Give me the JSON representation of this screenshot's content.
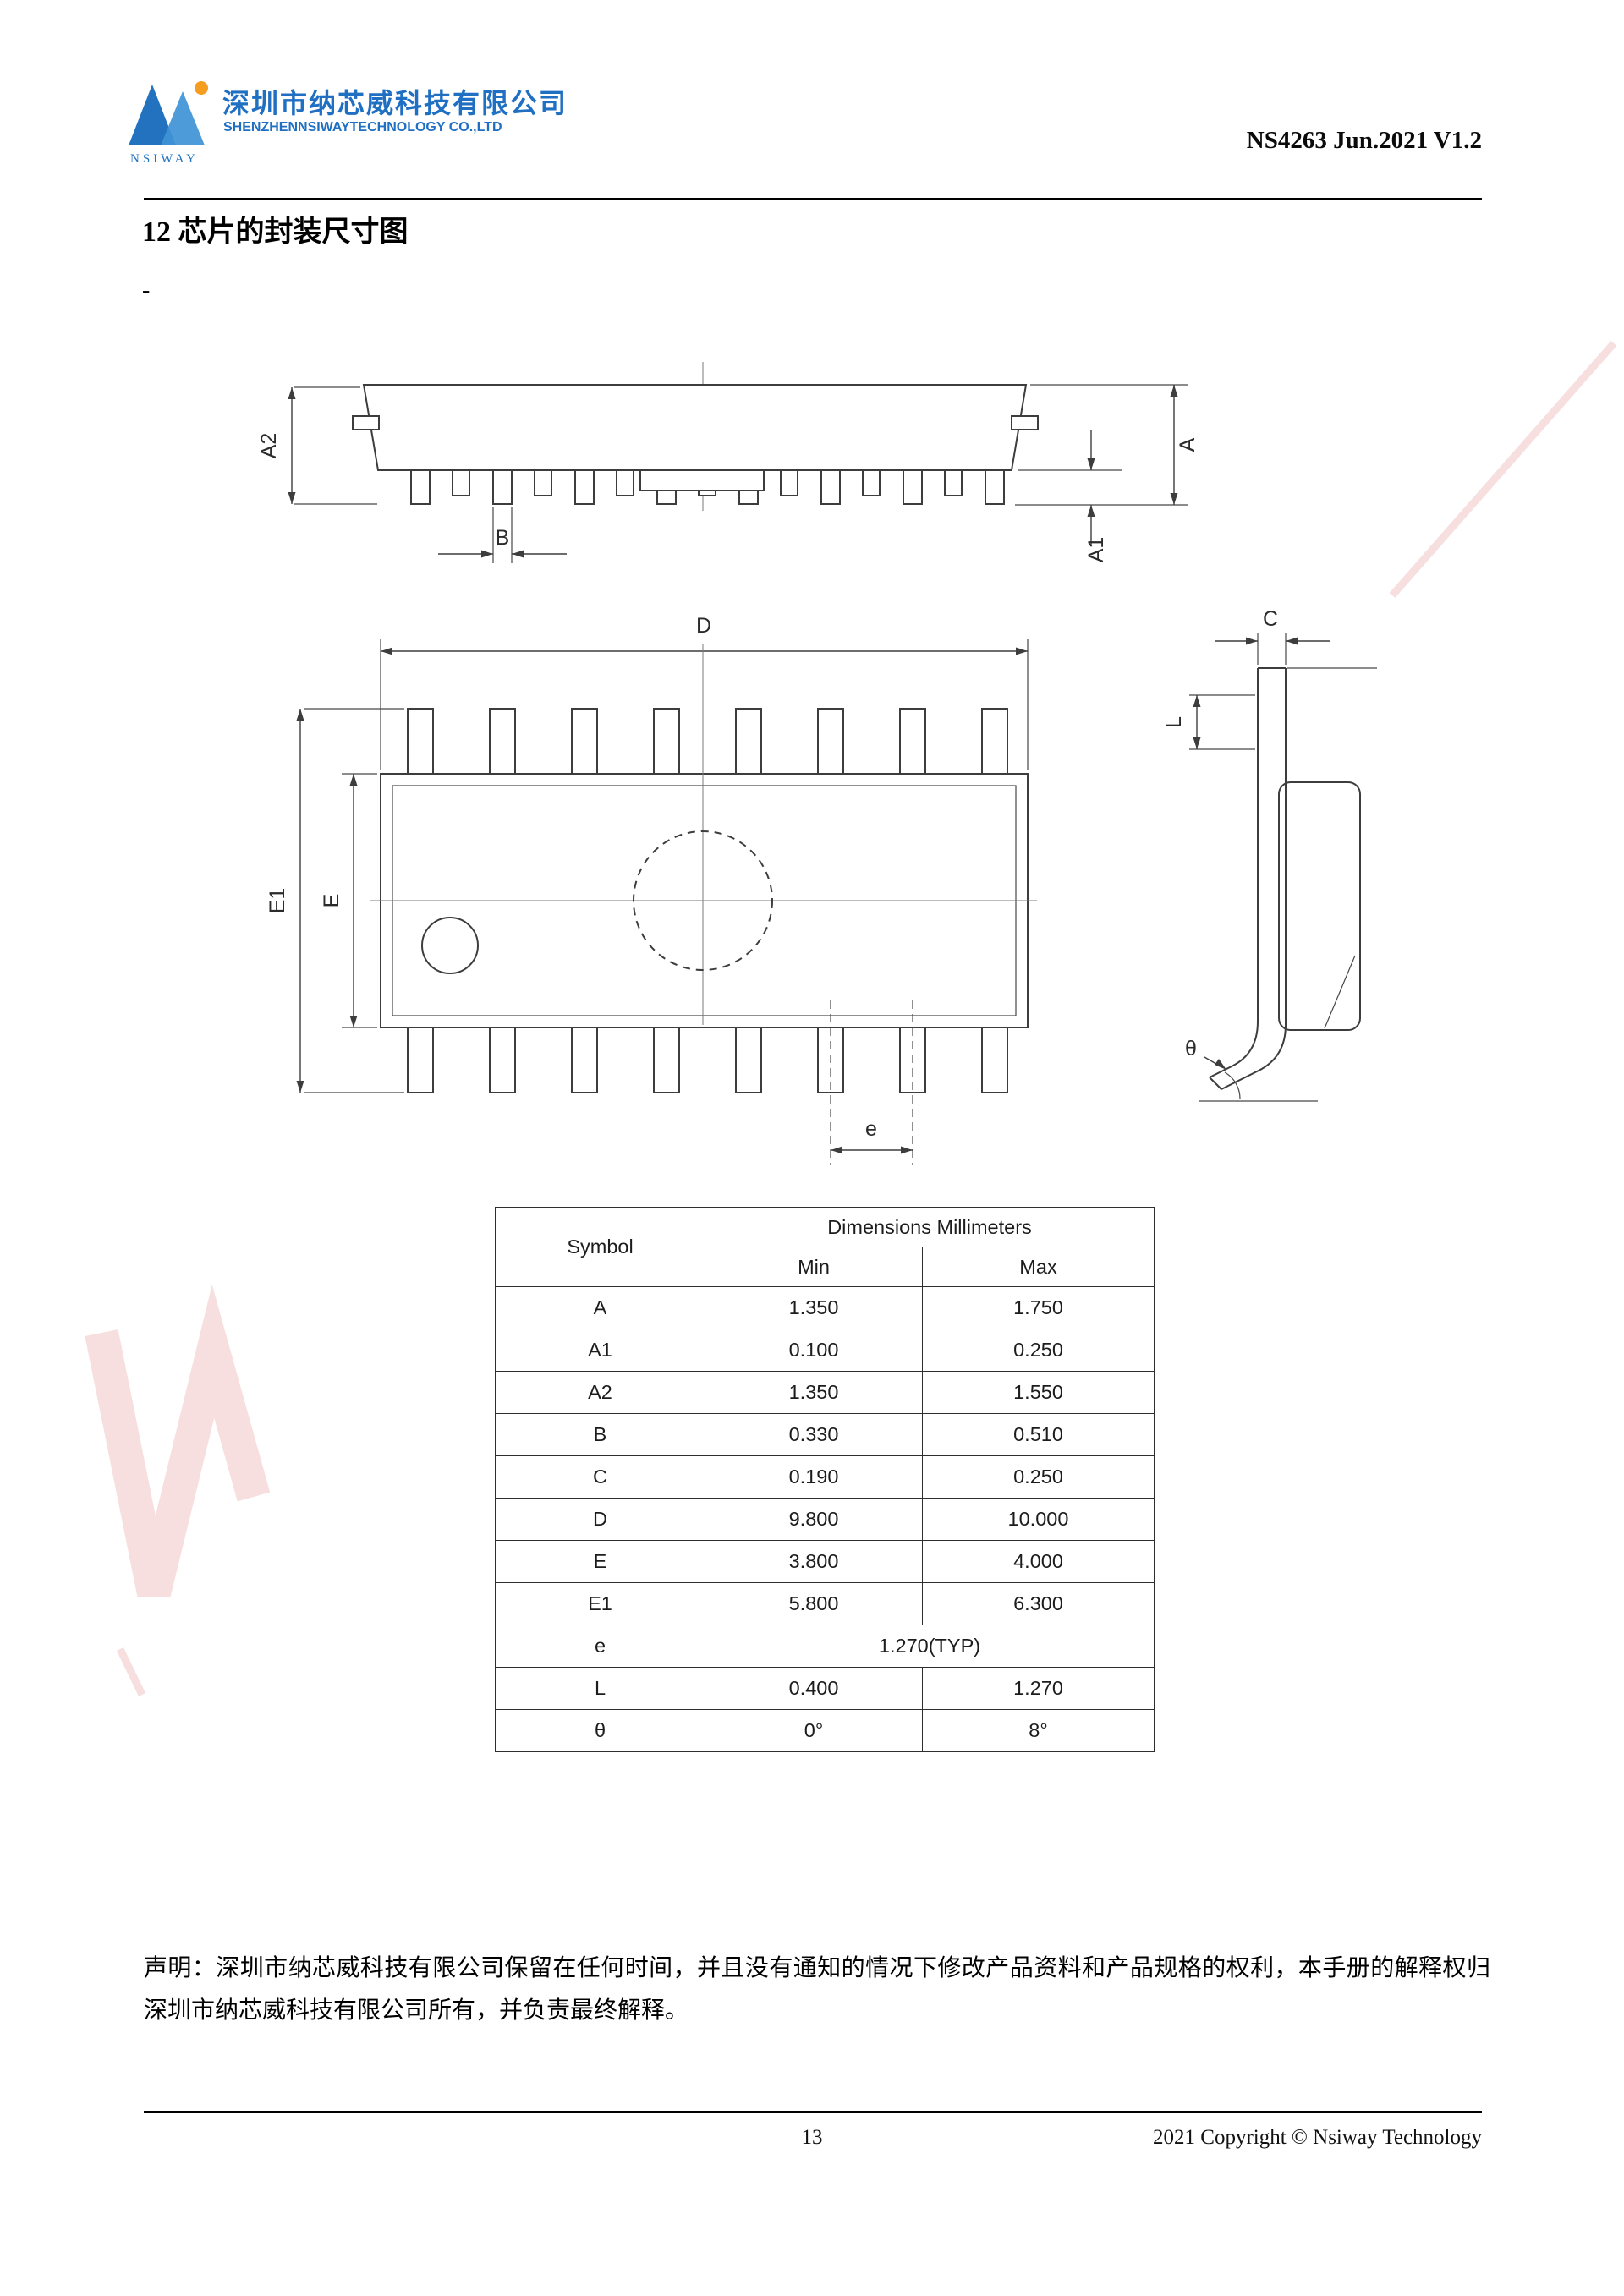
{
  "colors": {
    "brand_blue": "#1f6fc2",
    "accent_orange": "#f59d1e",
    "watermark_pink": "#f3c4c4"
  },
  "header": {
    "logo_text": "NSIWAY",
    "company_cn": "深圳市纳芯威科技有限公司",
    "company_en": "SHENZHENNSIWAYTECHNOLOGY CO.,LTD",
    "doc_ref": "NS4263 Jun.2021 V1.2"
  },
  "section": {
    "title": "12 芯片的封装尺寸图",
    "dash": "-"
  },
  "drawing": {
    "labels": {
      "a2": "A2",
      "a": "A",
      "a1": "A1",
      "b": "B",
      "d": "D",
      "e1": "E1",
      "e_body": "E",
      "e_pitch": "e",
      "c": "C",
      "l": "L",
      "theta": "θ"
    }
  },
  "table": {
    "col_symbol": "Symbol",
    "col_dims": "Dimensions Millimeters",
    "col_min": "Min",
    "col_max": "Max",
    "rows": [
      {
        "symbol": "A",
        "min": "1.350",
        "max": "1.750"
      },
      {
        "symbol": "A1",
        "min": "0.100",
        "max": "0.250"
      },
      {
        "symbol": "A2",
        "min": "1.350",
        "max": "1.550"
      },
      {
        "symbol": "B",
        "min": "0.330",
        "max": "0.510"
      },
      {
        "symbol": "C",
        "min": "0.190",
        "max": "0.250"
      },
      {
        "symbol": "D",
        "min": "9.800",
        "max": "10.000"
      },
      {
        "symbol": "E",
        "min": "3.800",
        "max": "4.000"
      },
      {
        "symbol": "E1",
        "min": "5.800",
        "max": "6.300"
      },
      {
        "symbol": "e",
        "span": "1.270(TYP)"
      },
      {
        "symbol": "L",
        "min": "0.400",
        "max": "1.270"
      },
      {
        "symbol": "θ",
        "min": "0°",
        "max": "8°"
      }
    ]
  },
  "statement": "声明：深圳市纳芯威科技有限公司保留在任何时间，并且没有通知的情况下修改产品资料和产品规格的权利，本手册的解释权归深圳市纳芯威科技有限公司所有，并负责最终解释。",
  "footer": {
    "page_number": "13",
    "copyright": "2021 Copyright © Nsiway Technology"
  }
}
